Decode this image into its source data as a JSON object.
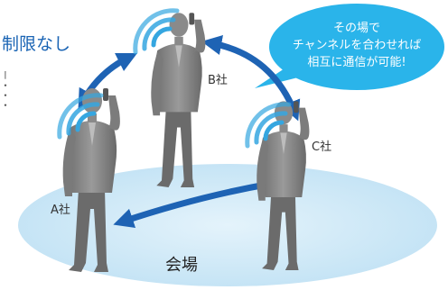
{
  "heading": "制限なし",
  "side_text": "ー・・・",
  "bubble_lines": [
    "その場で",
    "チャンネルを合わせれば",
    "相互に通信が可能!"
  ],
  "people": {
    "a": "A社",
    "b": "B社",
    "c": "C社"
  },
  "venue": "会場",
  "colors": {
    "accent_blue": "#1a64b4",
    "arrow_blue": "#1e63b4",
    "bubble_blue": "#2ab4ea",
    "venue_ellipse": "#cfe9f7",
    "wave_blue": "#35a6e0",
    "person_gray": "#8a8a8a"
  }
}
